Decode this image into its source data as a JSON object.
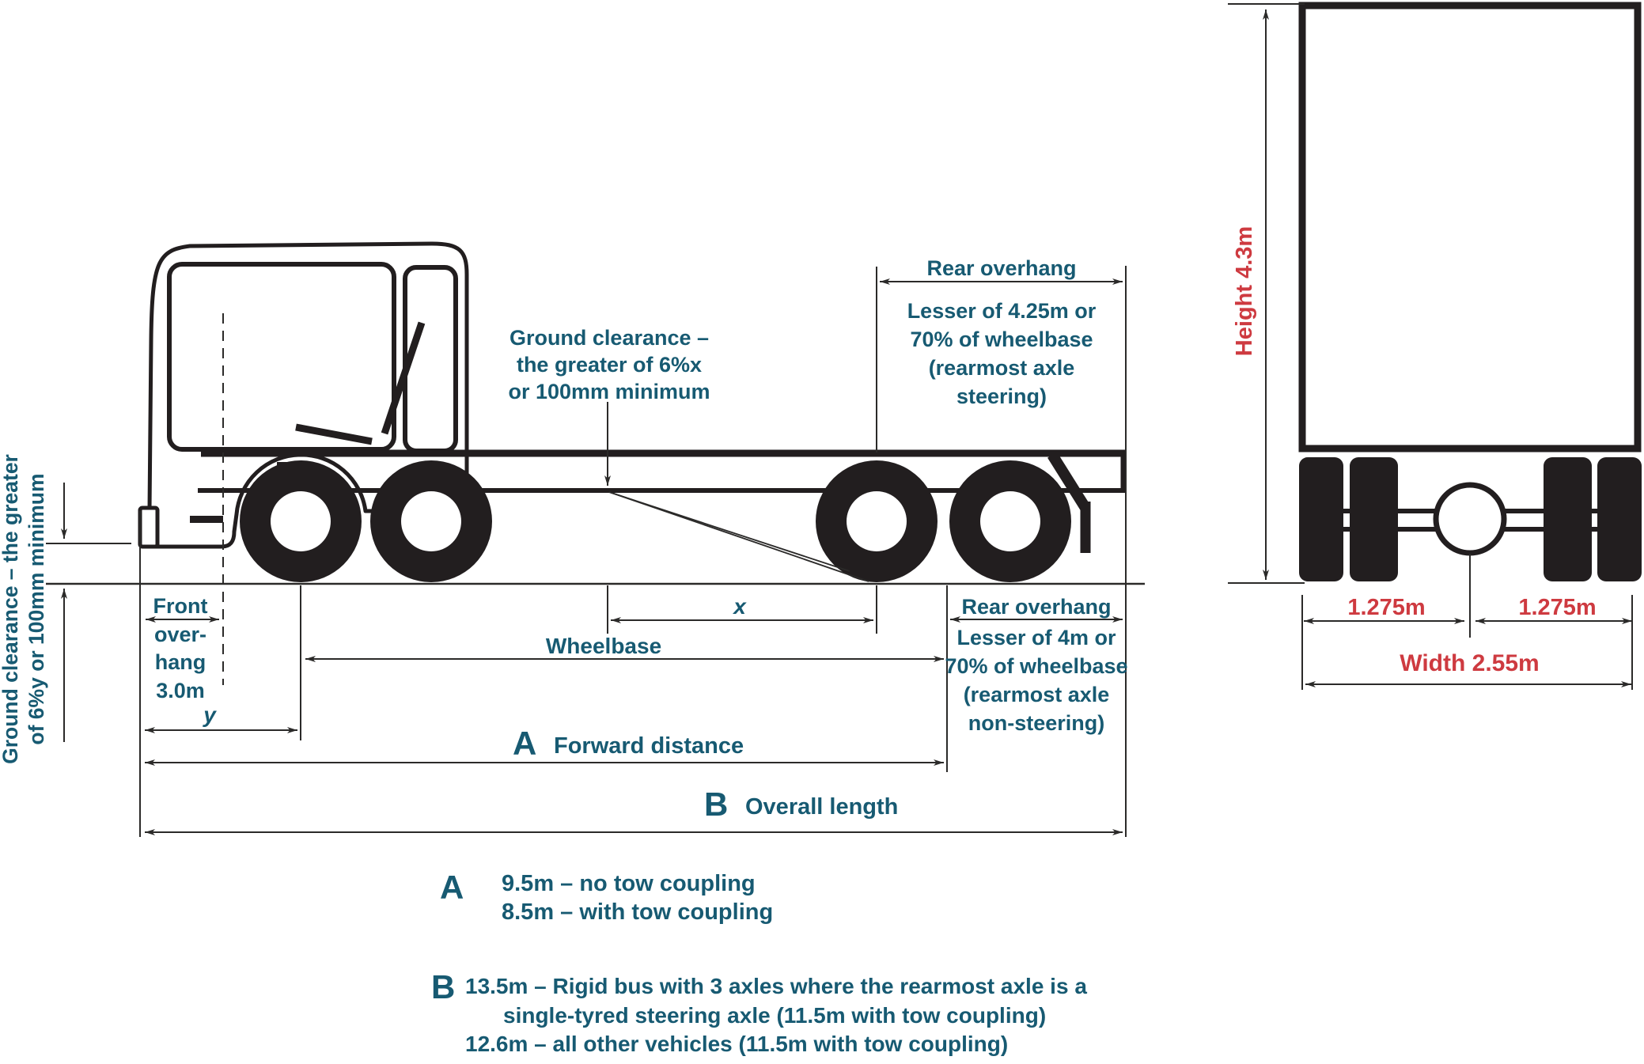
{
  "colors": {
    "teal": "#175A72",
    "red": "#CE3A40",
    "ink": "#221E1F",
    "dim_line": "#2B2A29"
  },
  "side_view": {
    "ground_clearance_left": {
      "line1": "Ground clearance – the greater",
      "line2": "of 6%y or 100mm minimum"
    },
    "front_overhang": {
      "line1": "Front",
      "line2": "over-",
      "line3": "hang",
      "line4": "3.0m"
    },
    "y_label": "y",
    "x_label": "x",
    "wheelbase_label": "Wheelbase",
    "ground_clearance_mid": {
      "line1": "Ground clearance –",
      "line2": "the greater of 6%x",
      "line3": "or 100mm minimum"
    },
    "rear_overhang_steering": {
      "title": "Rear overhang",
      "line2": "Lesser of 4.25m or",
      "line3": "70% of wheelbase",
      "line4": "(rearmost axle",
      "line5": "steering)"
    },
    "rear_overhang_non_steering": {
      "title": "Rear overhang",
      "line2": "Lesser of 4m or",
      "line3": "70% of wheelbase",
      "line4": "(rearmost axle",
      "line5": "non-steering)"
    },
    "forward_distance": {
      "letter": "A",
      "label": "Forward distance"
    },
    "overall_length": {
      "letter": "B",
      "label": "Overall length"
    }
  },
  "rear_view": {
    "height_label": "Height 4.3m",
    "track_left": "1.275m",
    "track_right": "1.275m",
    "width_label": "Width 2.55m"
  },
  "legend": {
    "a": {
      "letter": "A",
      "line1": "9.5m – no tow coupling",
      "line2": "8.5m – with tow coupling"
    },
    "b": {
      "letter": "B",
      "line1": "13.5m – Rigid bus with 3 axles where the rearmost axle is a",
      "line2": "single-tyred steering axle (11.5m with tow coupling)",
      "line3": "12.6m – all other vehicles (11.5m with tow coupling)"
    }
  }
}
